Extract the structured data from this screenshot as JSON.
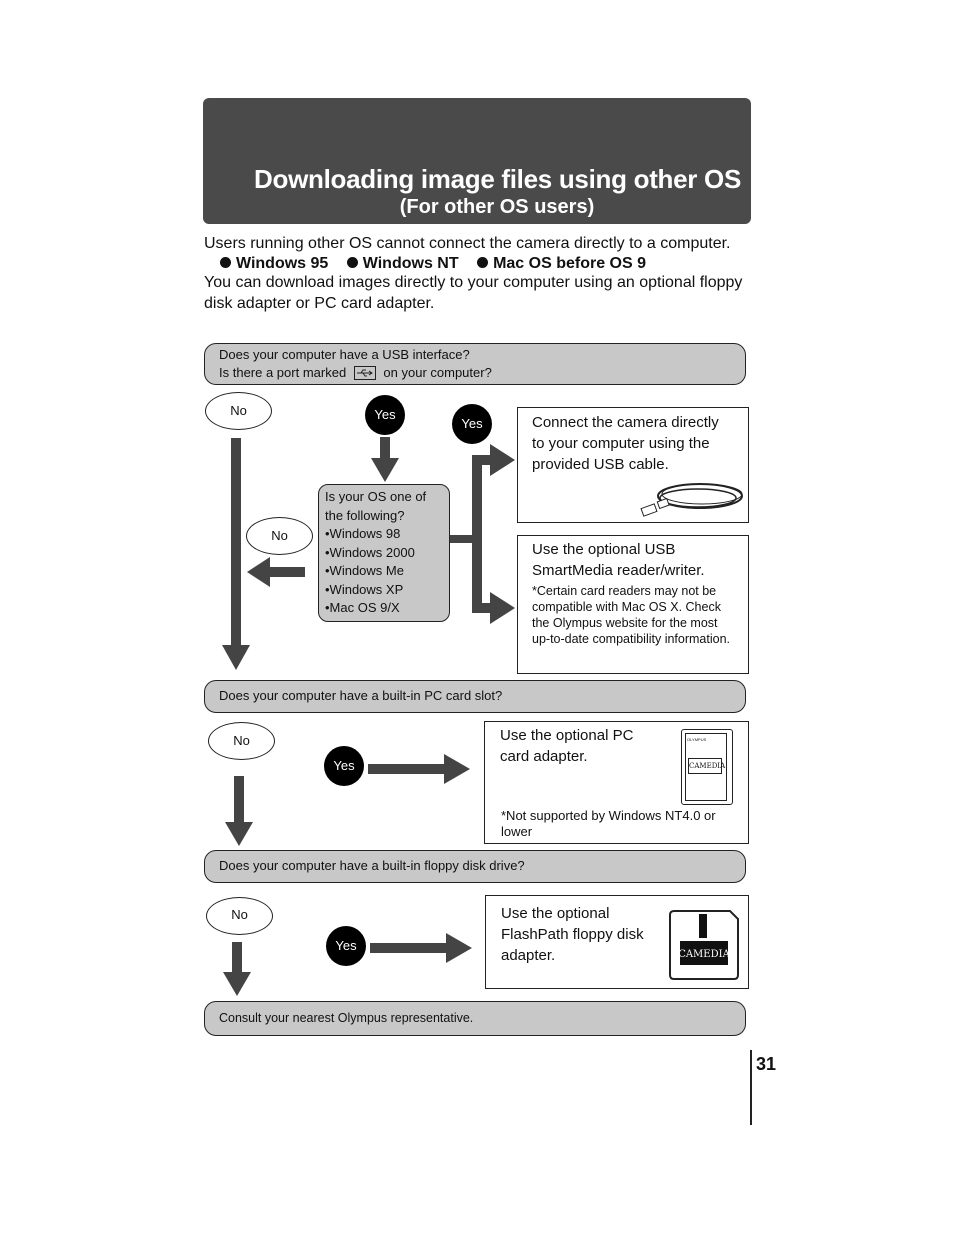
{
  "header": {
    "title": "Downloading image files using other OS",
    "subtitle": "(For other OS users)"
  },
  "intro": {
    "line1": "Users running other OS cannot connect the camera directly to a computer.",
    "os_items": [
      "Windows 95",
      "Windows NT",
      "Mac OS before OS 9"
    ],
    "line2": "You can download images directly to your computer using an optional floppy disk adapter or PC card adapter."
  },
  "flow": {
    "q1_line1": "Does your computer have a USB interface?",
    "q1_line2a": "Is there a port marked",
    "q1_line2b": "on your computer?",
    "no": "No",
    "yes": "Yes",
    "os_question": "Is your OS one of the following?",
    "os_list": [
      "•Windows 98",
      "•Windows 2000",
      "•Windows Me",
      "•Windows XP",
      "•Mac OS 9/X"
    ],
    "usb_direct": "Connect the camera directly to your computer using the provided USB cable.",
    "usb_reader": "Use the optional USB SmartMedia reader/writer.",
    "usb_reader_note": "*Certain card readers may not be compatible with Mac OS X. Check the Olympus website for the most up-to-date compatibility information.",
    "q2": "Does your computer have a built-in PC card slot?",
    "pc_card": "Use the optional PC card adapter.",
    "pc_card_note": "*Not supported by Windows NT4.0 or lower",
    "q3": "Does your computer have a built-in floppy disk drive?",
    "flashpath": "Use the optional FlashPath floppy disk adapter.",
    "consult": "Consult your nearest Olympus representative.",
    "camedia_logo": "CAMEDIA",
    "olympus_small": "OLYMPUS"
  },
  "page_number": "31"
}
